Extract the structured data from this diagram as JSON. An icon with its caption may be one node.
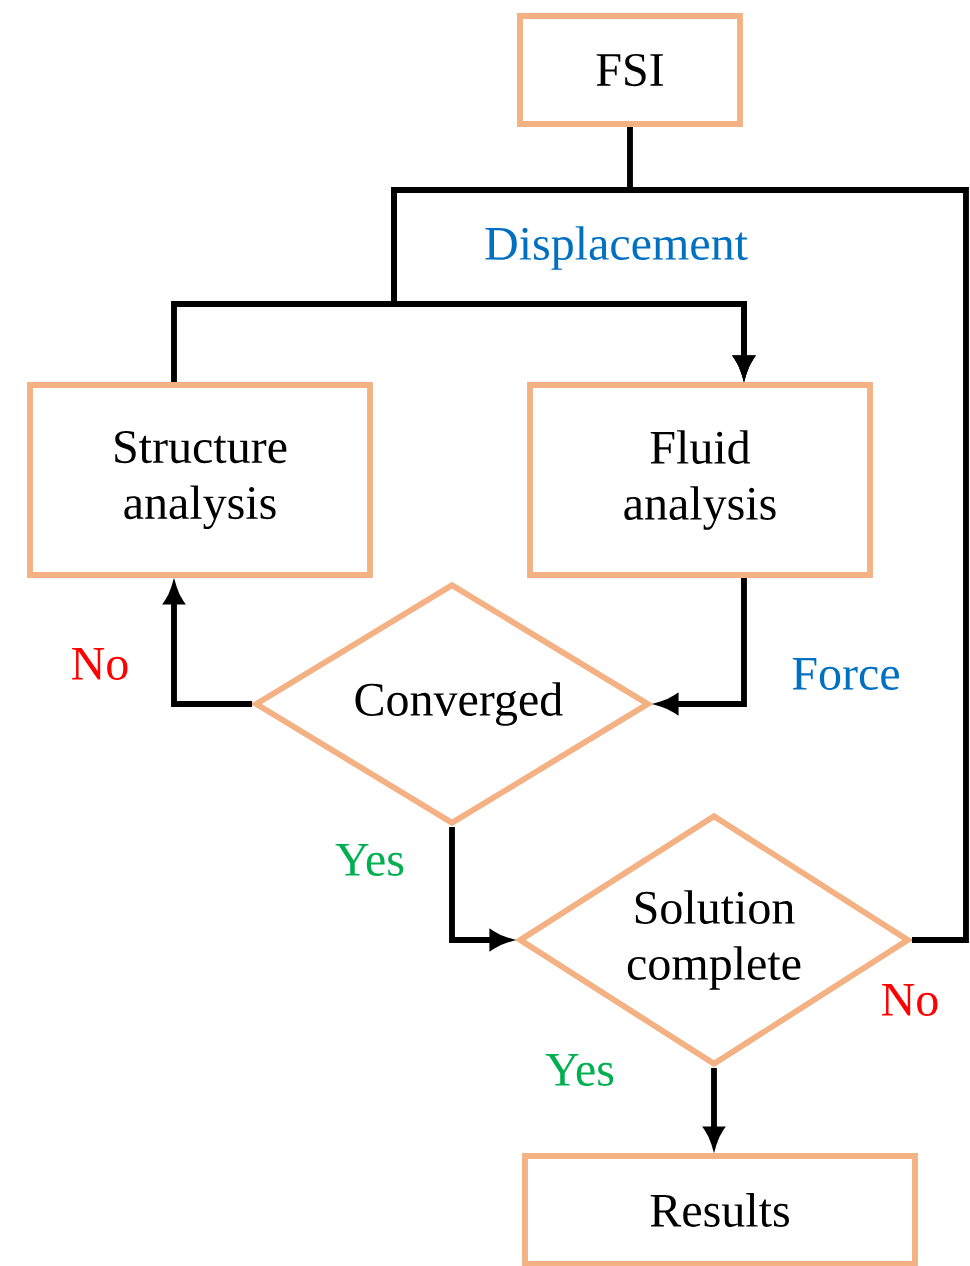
{
  "diagram": {
    "nodes": [
      {
        "text": [
          "FSI"
        ]
      },
      {
        "text": [
          "Structure analysis"
        ]
      },
      {
        "text": [
          "Fluid analysis"
        ]
      },
      {
        "text": [
          "Converged"
        ]
      },
      {
        "text": [
          "Solution complete"
        ]
      },
      {
        "text": [
          "Results"
        ]
      }
    ],
    "edges": [
      {
        "from": 0,
        "to": 2,
        "arrow": "to"
      },
      {
        "from": 1,
        "to": 2,
        "arrow": "to",
        "label": "Displacement"
      },
      {
        "from": 2,
        "to": 3,
        "arrow": "to",
        "label": "Force"
      },
      {
        "from": 3,
        "to": 1,
        "arrow": "to",
        "label": "No"
      },
      {
        "from": 3,
        "to": 4,
        "arrow": "to",
        "label": "Yes"
      },
      {
        "from": 4,
        "to": 2,
        "arrow": "to",
        "label": "No"
      },
      {
        "from": 4,
        "to": 5,
        "arrow": "to",
        "label": "Yes"
      }
    ]
  }
}
